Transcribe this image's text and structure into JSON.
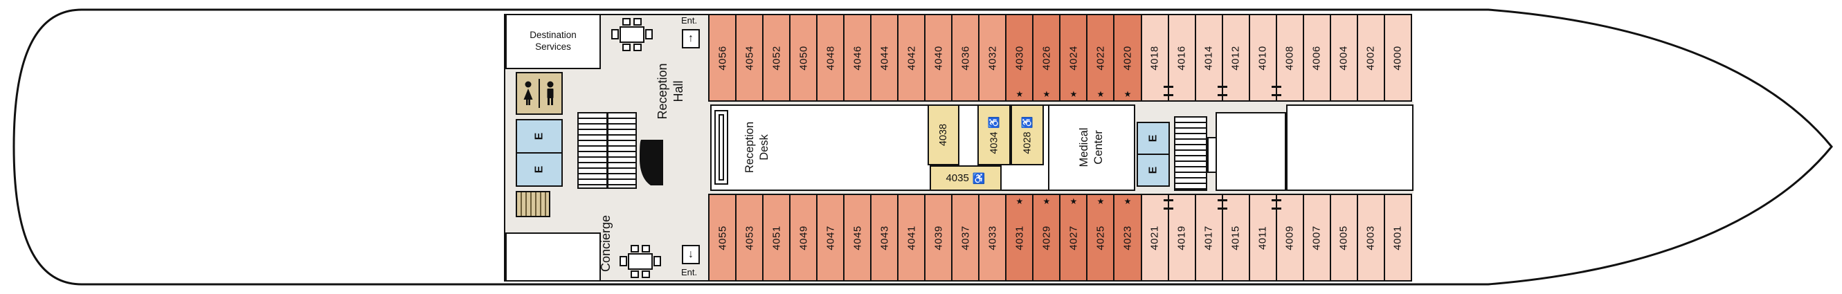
{
  "symbols": {
    "star": "★",
    "accessible": "♿",
    "elevator": "E",
    "up_arrow": "↑",
    "down_arrow": "↓"
  },
  "colors": {
    "salmon": "#EDA084",
    "coral": "#E07F60",
    "pink": "#F8D3C4",
    "cream": "#F1DFA3",
    "tan": "#D9C89D",
    "elevator_blue": "#BCD9EA",
    "floor": "#ECE9E4",
    "line": "#111111"
  },
  "labels": {
    "destination_services": "Destination\nServices",
    "reception_hall": "Reception\nHall",
    "reception_desk": "Reception\nDesk",
    "medical_center": "Medical\nCenter",
    "concierge": "Concierge",
    "entrance_top": "Ent.",
    "entrance_bottom": "Ent."
  },
  "center_rooms": {
    "r4038": {
      "number": "4038",
      "accessible": false
    },
    "r4034": {
      "number": "4034",
      "accessible": true
    },
    "r4028": {
      "number": "4028",
      "accessible": true
    },
    "r4035": {
      "number": "4035",
      "accessible": true
    }
  },
  "cabins": {
    "top_row": [
      {
        "number": "4056",
        "category": "salmon"
      },
      {
        "number": "4054",
        "category": "salmon"
      },
      {
        "number": "4052",
        "category": "salmon"
      },
      {
        "number": "4050",
        "category": "salmon"
      },
      {
        "number": "4048",
        "category": "salmon"
      },
      {
        "number": "4046",
        "category": "salmon"
      },
      {
        "number": "4044",
        "category": "salmon"
      },
      {
        "number": "4042",
        "category": "salmon"
      },
      {
        "number": "4040",
        "category": "salmon"
      },
      {
        "number": "4036",
        "category": "salmon"
      },
      {
        "number": "4032",
        "category": "salmon"
      },
      {
        "number": "4030",
        "category": "coral",
        "star": true
      },
      {
        "number": "4026",
        "category": "coral",
        "star": true
      },
      {
        "number": "4024",
        "category": "coral",
        "star": true
      },
      {
        "number": "4022",
        "category": "coral",
        "star": true
      },
      {
        "number": "4020",
        "category": "coral",
        "star": true
      },
      {
        "number": "4018",
        "category": "pink",
        "gangway_after": true
      },
      {
        "number": "4016",
        "category": "pink"
      },
      {
        "number": "4014",
        "category": "pink",
        "gangway_after": true
      },
      {
        "number": "4012",
        "category": "pink"
      },
      {
        "number": "4010",
        "category": "pink",
        "gangway_after": true
      },
      {
        "number": "4008",
        "category": "pink"
      },
      {
        "number": "4006",
        "category": "pink"
      },
      {
        "number": "4004",
        "category": "pink"
      },
      {
        "number": "4002",
        "category": "pink"
      },
      {
        "number": "4000",
        "category": "pink"
      }
    ],
    "bottom_row": [
      {
        "number": "4055",
        "category": "salmon"
      },
      {
        "number": "4053",
        "category": "salmon"
      },
      {
        "number": "4051",
        "category": "salmon"
      },
      {
        "number": "4049",
        "category": "salmon"
      },
      {
        "number": "4047",
        "category": "salmon"
      },
      {
        "number": "4045",
        "category": "salmon"
      },
      {
        "number": "4043",
        "category": "salmon"
      },
      {
        "number": "4041",
        "category": "salmon"
      },
      {
        "number": "4039",
        "category": "salmon"
      },
      {
        "number": "4037",
        "category": "salmon"
      },
      {
        "number": "4033",
        "category": "salmon"
      },
      {
        "number": "4031",
        "category": "coral",
        "star": true
      },
      {
        "number": "4029",
        "category": "coral",
        "star": true
      },
      {
        "number": "4027",
        "category": "coral",
        "star": true
      },
      {
        "number": "4025",
        "category": "coral",
        "star": true
      },
      {
        "number": "4023",
        "category": "coral",
        "star": true
      },
      {
        "number": "4021",
        "category": "pink",
        "gangway_after": true
      },
      {
        "number": "4019",
        "category": "pink"
      },
      {
        "number": "4017",
        "category": "pink",
        "gangway_after": true
      },
      {
        "number": "4015",
        "category": "pink"
      },
      {
        "number": "4011",
        "category": "pink",
        "gangway_after": true
      },
      {
        "number": "4009",
        "category": "pink"
      },
      {
        "number": "4007",
        "category": "pink"
      },
      {
        "number": "4005",
        "category": "pink"
      },
      {
        "number": "4003",
        "category": "pink"
      },
      {
        "number": "4001",
        "category": "pink"
      }
    ]
  }
}
